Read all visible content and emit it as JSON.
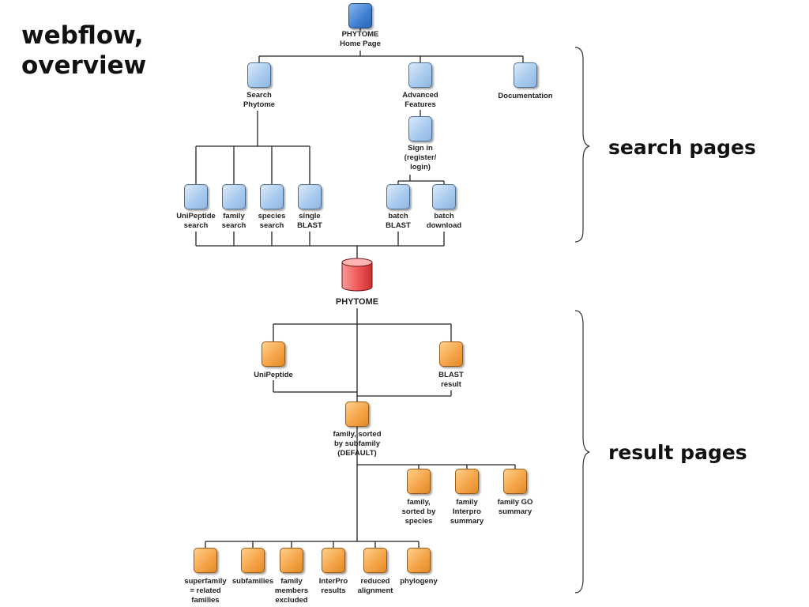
{
  "title_lines": [
    "webflow,",
    "overview"
  ],
  "sections": {
    "search": "search pages",
    "result": "result pages"
  },
  "database": {
    "label": "PHYTOME"
  },
  "nodes": [
    {
      "id": "home",
      "color": "home",
      "lines": [
        "PHYTOME",
        "Home Page"
      ]
    },
    {
      "id": "search-phytome",
      "color": "blue",
      "lines": [
        "Search",
        "Phytome"
      ]
    },
    {
      "id": "advanced-features",
      "color": "blue",
      "lines": [
        "Advanced",
        "Features"
      ]
    },
    {
      "id": "documentation",
      "color": "blue",
      "lines": [
        "Documentation"
      ]
    },
    {
      "id": "sign-in",
      "color": "blue",
      "lines": [
        "Sign in",
        "(register/",
        "login)"
      ]
    },
    {
      "id": "unipeptide-search",
      "color": "blue",
      "lines": [
        "UniPeptide",
        "search"
      ]
    },
    {
      "id": "family-search",
      "color": "blue",
      "lines": [
        "family",
        "search"
      ]
    },
    {
      "id": "species-search",
      "color": "blue",
      "lines": [
        "species",
        "search"
      ]
    },
    {
      "id": "single-blast",
      "color": "blue",
      "lines": [
        "single",
        "BLAST"
      ]
    },
    {
      "id": "batch-blast",
      "color": "blue",
      "lines": [
        "batch",
        "BLAST"
      ]
    },
    {
      "id": "batch-download",
      "color": "blue",
      "lines": [
        "batch",
        "download"
      ]
    },
    {
      "id": "unipeptide",
      "color": "orange",
      "lines": [
        "UniPeptide"
      ]
    },
    {
      "id": "blast-result",
      "color": "orange",
      "lines": [
        "BLAST",
        "result"
      ]
    },
    {
      "id": "family-sorted-subfamily",
      "color": "orange",
      "lines": [
        "family, sorted",
        "by subfamily",
        "(DEFAULT)"
      ]
    },
    {
      "id": "family-sorted-species",
      "color": "orange",
      "lines": [
        "family,",
        "sorted by",
        "species"
      ]
    },
    {
      "id": "family-interpro-summary",
      "color": "orange",
      "lines": [
        "family",
        "Interpro",
        "summary"
      ]
    },
    {
      "id": "family-go-summary",
      "color": "orange",
      "lines": [
        "family GO",
        "summary"
      ]
    },
    {
      "id": "superfamily",
      "color": "orange",
      "lines": [
        "superfamily",
        "= related",
        "families"
      ]
    },
    {
      "id": "subfamilies",
      "color": "orange",
      "lines": [
        "subfamilies"
      ]
    },
    {
      "id": "family-members-excluded",
      "color": "orange",
      "lines": [
        "family",
        "members",
        "excluded"
      ]
    },
    {
      "id": "interpro-results",
      "color": "orange",
      "lines": [
        "InterPro",
        "results"
      ]
    },
    {
      "id": "reduced-alignment",
      "color": "orange",
      "lines": [
        "reduced",
        "alignment"
      ]
    },
    {
      "id": "phylogeny",
      "color": "orange",
      "lines": [
        "phylogeny"
      ]
    }
  ]
}
